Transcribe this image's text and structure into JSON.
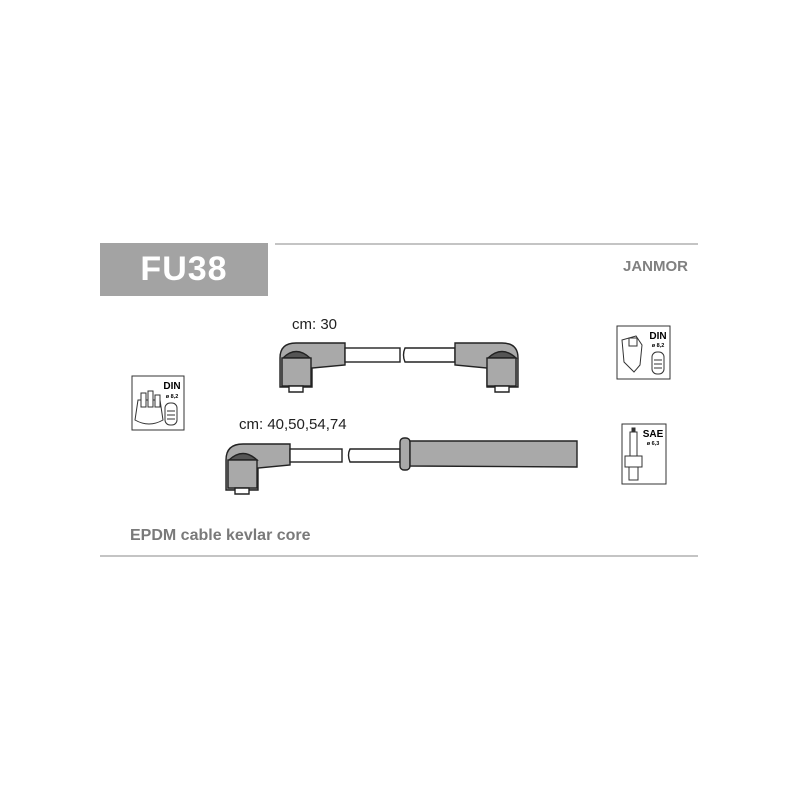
{
  "product": {
    "code": "FU38",
    "brand": "JANMOR"
  },
  "cables": [
    {
      "length_label": "cm: 30"
    },
    {
      "length_label": "cm: 40,50,54,74"
    }
  ],
  "connectors": [
    {
      "standard": "DIN",
      "diameter": "ø 8,2",
      "icon": "distributor-cap-icon"
    },
    {
      "standard": "DIN",
      "diameter": "ø 8,2",
      "icon": "ignition-coil-icon"
    },
    {
      "standard": "SAE",
      "diameter": "ø 6,3",
      "icon": "spark-plug-icon"
    }
  ],
  "note": "EPDM cable kevlar core",
  "colors": {
    "box": "#a3a3a3",
    "part": "#a9a9a9",
    "line": "#b0b0b0",
    "text_gray": "#808080"
  }
}
